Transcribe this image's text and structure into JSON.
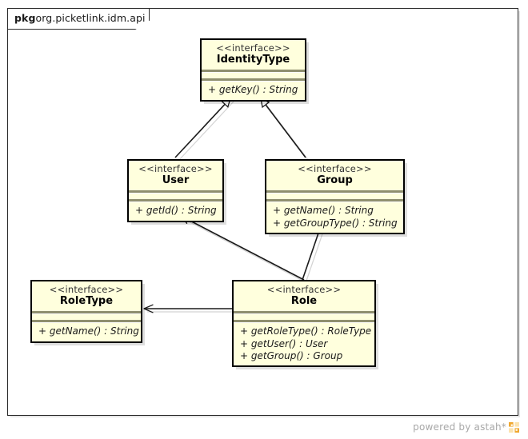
{
  "diagram": {
    "kind": "uml-class-diagram",
    "frame": {
      "keyword": "pkg",
      "package_name": "org.picketlink.idm.api"
    },
    "colors": {
      "class_fill": "#ffffdd",
      "class_border": "#000000",
      "compartment_divider": "#8f8f6e",
      "frame_border": "#2b2b2b",
      "canvas": "#ffffff",
      "footer_text": "#a8a8a8",
      "logo_accent": "#f0a830"
    },
    "classes": [
      {
        "id": "identitytype",
        "stereotype": "<<interface>>",
        "name": "IdentityType",
        "operations": [
          "+ getKey() : String"
        ]
      },
      {
        "id": "user",
        "stereotype": "<<interface>>",
        "name": "User",
        "operations": [
          "+ getId() : String"
        ]
      },
      {
        "id": "group",
        "stereotype": "<<interface>>",
        "name": "Group",
        "operations": [
          "+ getName() : String",
          "+ getGroupType() : String"
        ]
      },
      {
        "id": "roletype",
        "stereotype": "<<interface>>",
        "name": "RoleType",
        "operations": [
          "+ getName() : String"
        ]
      },
      {
        "id": "role",
        "stereotype": "<<interface>>",
        "name": "Role",
        "operations": [
          "+ getRoleType() : RoleType",
          "+ getUser() : User",
          "+ getGroup() : Group"
        ]
      }
    ],
    "relationships": [
      {
        "id": "user-extends-identitytype",
        "type": "generalization",
        "source": "User",
        "target": "IdentityType"
      },
      {
        "id": "group-extends-identitytype",
        "type": "generalization",
        "source": "Group",
        "target": "IdentityType"
      },
      {
        "id": "role-to-user",
        "type": "association",
        "source": "Role",
        "target": "User"
      },
      {
        "id": "role-to-group",
        "type": "association",
        "source": "Role",
        "target": "Group"
      },
      {
        "id": "role-to-roletype",
        "type": "association",
        "source": "Role",
        "target": "RoleType"
      }
    ]
  },
  "footer": {
    "credit": "powered by astah*"
  }
}
